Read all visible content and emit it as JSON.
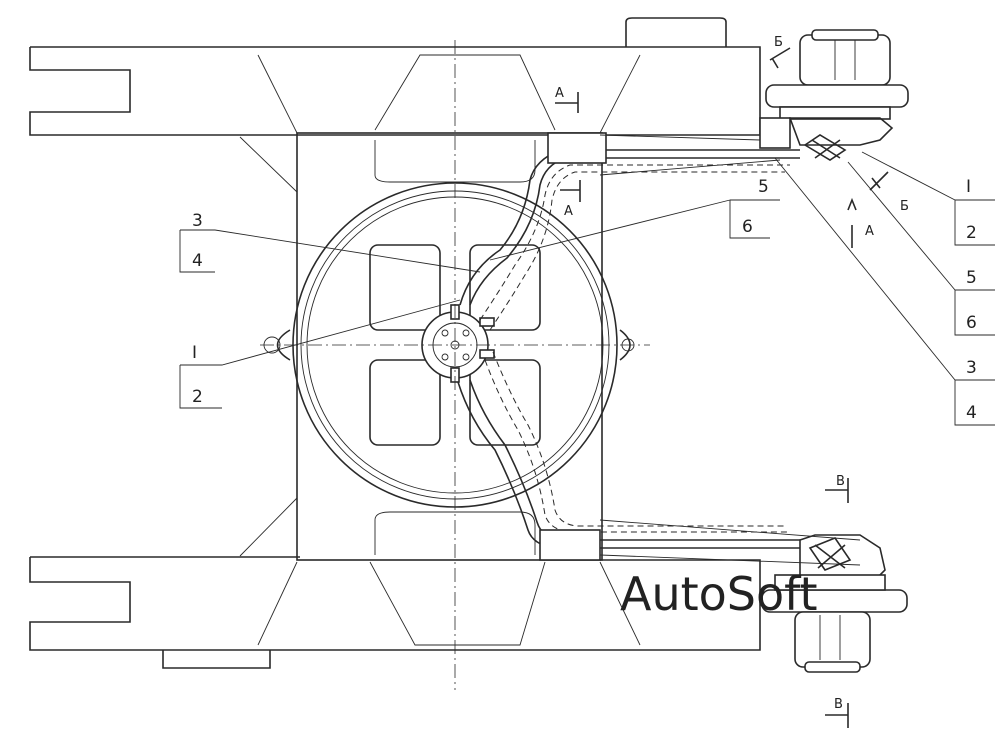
{
  "callouts": {
    "center_I": "I",
    "center_2": "2",
    "center_3": "3",
    "center_4": "4",
    "mid_5": "5",
    "mid_6": "6",
    "right_I": "I",
    "right_2": "2",
    "right_5": "5",
    "right_6": "6",
    "right_3": "3",
    "right_4": "4"
  },
  "sections": {
    "a_top": "А",
    "a_mid": "А",
    "a_right": "А",
    "b_top": "Б",
    "b_right": "Б",
    "v_mid": "В",
    "v_bottom": "В"
  },
  "watermark": "AutoSoft"
}
